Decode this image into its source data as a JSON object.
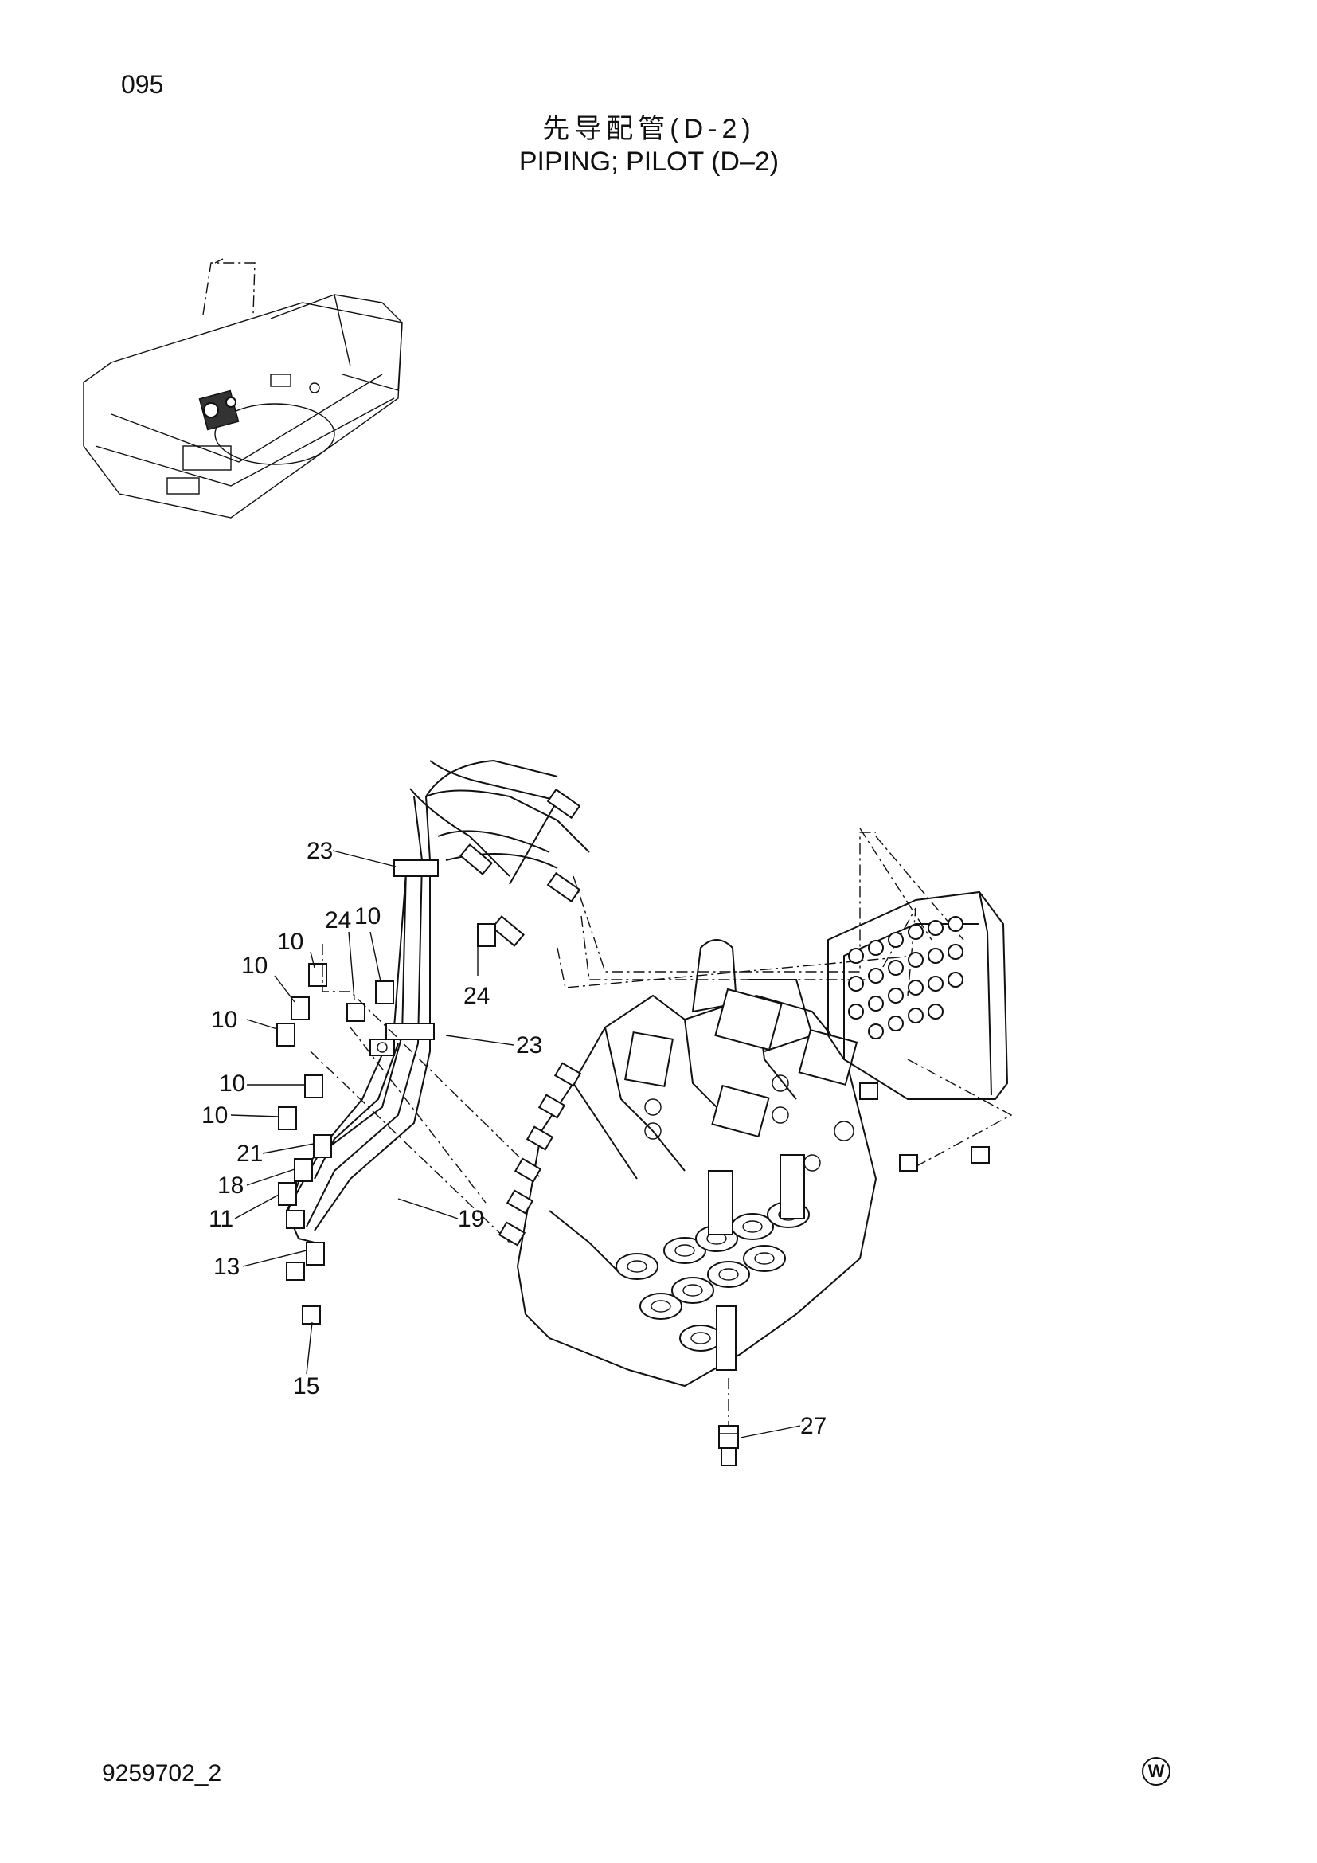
{
  "header": {
    "page_number": "095",
    "title_cn": "先导配管(D-2)",
    "title_en": "PIPING; PILOT  (D–2)"
  },
  "footer": {
    "document_id": "9259702_2",
    "brand_mark": "W"
  },
  "callouts": {
    "c23a": "23",
    "c24a": "24",
    "c10a": "10",
    "c10b": "10",
    "c10c": "10",
    "c10d": "10",
    "c24b": "24",
    "c23b": "23",
    "c10e": "10",
    "c10f": "10",
    "c21": "21",
    "c18": "18",
    "c11": "11",
    "c19": "19",
    "c13": "13",
    "c15": "15",
    "c27": "27"
  }
}
